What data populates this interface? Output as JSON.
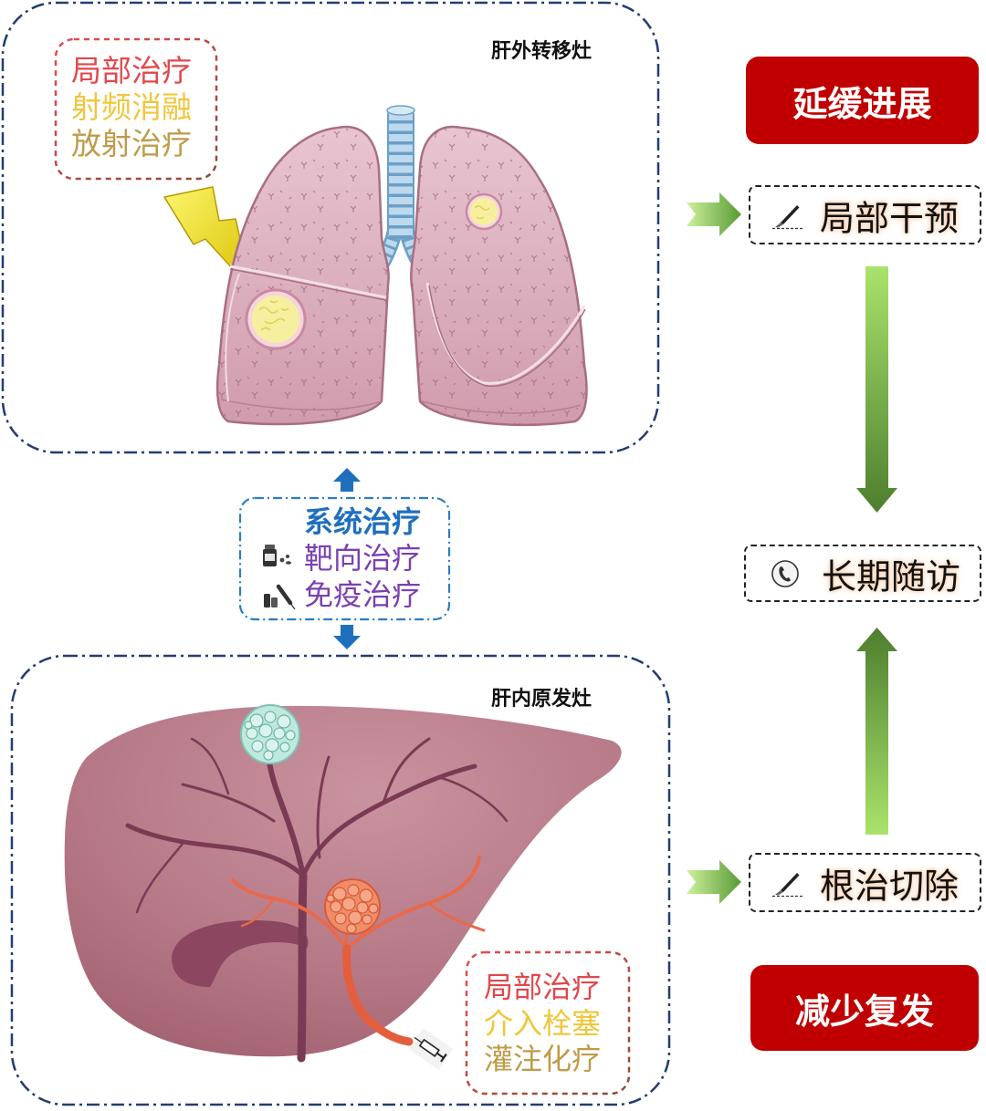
{
  "extrahepatic": {
    "label": "肝外转移灶",
    "local_therapy": {
      "title": "局部治疗",
      "items": [
        "射频消融",
        "放射治疗"
      ]
    }
  },
  "systemic": {
    "title": "系统治疗",
    "items": [
      "靶向治疗",
      "免疫治疗"
    ]
  },
  "intrahepatic": {
    "label": "肝内原发灶",
    "local_therapy": {
      "title": "局部治疗",
      "items": [
        "介入栓塞",
        "灌注化疗"
      ]
    }
  },
  "outcomes": {
    "delay": "延缓进展",
    "local_intervention": "局部干预",
    "follow_up": "长期随访",
    "resection": "根治切除",
    "reduce_recurrence": "减少复发"
  },
  "icons": {
    "local_intervention": "scalpel-icon",
    "follow_up": "phone-icon",
    "resection": "scalpel-icon",
    "targeted": "pill-bottle-icon",
    "immuno": "syringe-icon",
    "catheter_delivery": "syringe-icon",
    "radiation": "lightning-icon"
  },
  "colors": {
    "region_border": "#233d72",
    "systemic_border": "#2a7dc3",
    "outcome_red": "#c00000",
    "arrow_green_light": "#a9e36b",
    "arrow_green_dark": "#4d7e2e",
    "arrow_blue": "#1f6fbe",
    "lung": "#ddb3bf",
    "liver": "#b97a8b",
    "artery": "#e8694b",
    "text_red": "#e2474b",
    "text_yellow": "#efc63a",
    "text_olive": "#bf9b48",
    "text_purple": "#7b3fb0"
  }
}
